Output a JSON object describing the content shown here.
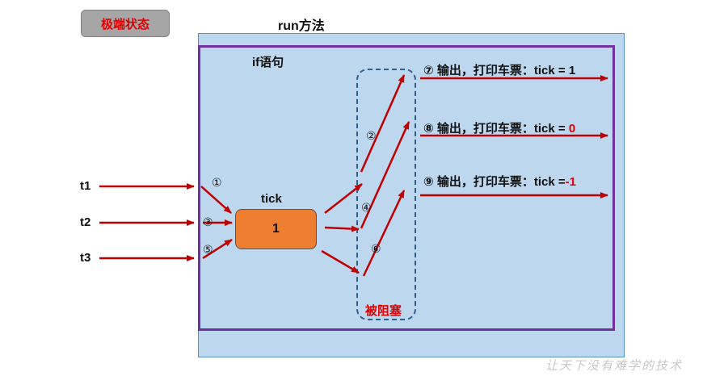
{
  "badge": "极端状态",
  "run_title": "run方法",
  "if_label": "if语句",
  "tick_label": "tick",
  "tick_value": "1",
  "blocked_label": "被阻塞",
  "threads": [
    "t1",
    "t2",
    "t3"
  ],
  "steps": {
    "s1": "①",
    "s2": "②",
    "s3": "③",
    "s4": "④",
    "s5": "⑤",
    "s6": "⑥"
  },
  "outputs": [
    {
      "step": "⑦",
      "text": "输出，打印车票：tick = ",
      "value": "1"
    },
    {
      "step": "⑧",
      "text": "输出，打印车票：tick = ",
      "value": "0"
    },
    {
      "step": "⑨",
      "text": "输出，打印车票：tick =",
      "value": "-1"
    }
  ],
  "watermark": "让天下没有难学的技术",
  "colors": {
    "arrow": "#c00000",
    "accent": "#e00000",
    "purple": "#7030a0",
    "orange": "#ed7d31",
    "panel": "#bdd7ee"
  }
}
